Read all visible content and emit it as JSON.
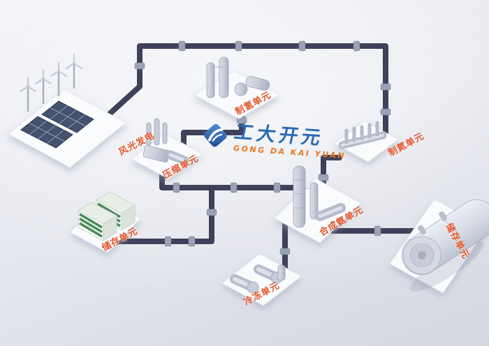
{
  "colors": {
    "pipe": "#3f415a",
    "coupling": "#9aa2b6",
    "label": "#e2552b",
    "platform": "#fafbfd",
    "logo-blue": "#2b6ab5",
    "logo-orange": "#e87722"
  },
  "logo": {
    "name_cn": "工大开元",
    "name_en": "GONG DA KAI YUAN"
  },
  "nodes": [
    {
      "id": "wind-solar",
      "label": "风光发电"
    },
    {
      "id": "hydrogen-production",
      "label": "制氢单元"
    },
    {
      "id": "nitrogen-production",
      "label": "制氮单元"
    },
    {
      "id": "compression",
      "label": "压缩单元"
    },
    {
      "id": "battery-storage",
      "label": "储存单元"
    },
    {
      "id": "ammonia-synthesis",
      "label": "合成氨单元"
    },
    {
      "id": "refrigeration",
      "label": "冷冻单元"
    },
    {
      "id": "tank-storage",
      "label": "储存单元"
    }
  ]
}
